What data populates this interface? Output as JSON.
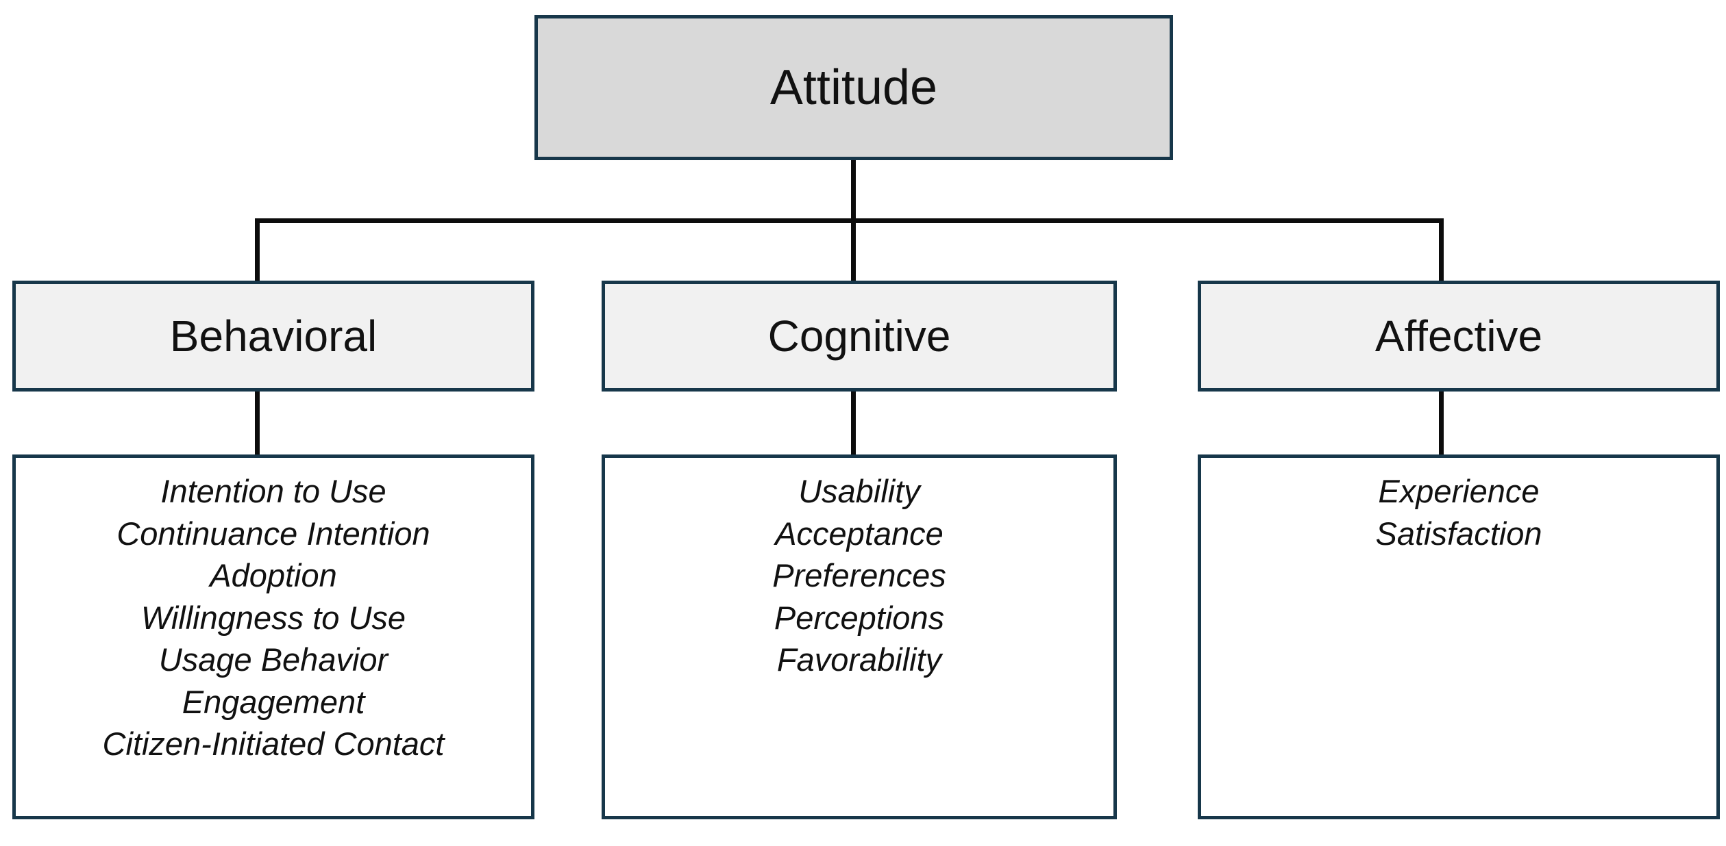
{
  "diagram": {
    "title": "Attitude",
    "root": {
      "label": "Attitude",
      "fill": "#d9d9d9",
      "border": "#17374a"
    },
    "categories": [
      {
        "label": "Behavioral",
        "fill": "#f1f1f1",
        "items": [
          "Intention to Use",
          "Continuance Intention",
          "Adoption",
          "Willingness to Use",
          "Usage Behavior",
          "Engagement",
          "Citizen-Initiated Contact"
        ]
      },
      {
        "label": "Cognitive",
        "fill": "#f1f1f1",
        "items": [
          "Usability",
          "Acceptance",
          "Preferences",
          "Perceptions",
          "Favorability"
        ]
      },
      {
        "label": "Affective",
        "fill": "#f1f1f1",
        "items": [
          "Experience",
          "Satisfaction"
        ]
      }
    ],
    "colors": {
      "border": "#17374a",
      "connector": "#0c0c0c",
      "root_fill": "#d9d9d9",
      "category_fill": "#f1f1f1",
      "leaf_fill": "#ffffff",
      "text": "#111111",
      "background": "#ffffff"
    }
  }
}
